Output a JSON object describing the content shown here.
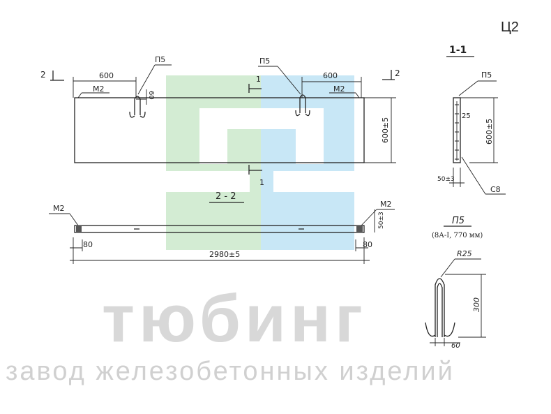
{
  "sheet_code": "Ц2",
  "plan": {
    "section_mark_left": "2",
    "section_mark_right": "2",
    "dim_600_left": "600",
    "dim_600_right": "600",
    "dim_60": "60",
    "loop_label_left": "П5",
    "loop_label_right": "П5",
    "plate_label_left": "М2",
    "plate_label_right": "М2",
    "cut_mark_top": "1",
    "cut_mark_bottom": "1",
    "height_dim": "600±5"
  },
  "section_2_2": {
    "title": "2 - 2",
    "plate_label_left": "М2",
    "plate_label_right": "М2",
    "dim_80_left": "80",
    "dim_80_right": "80",
    "thickness_dim": "50±3",
    "length_dim": "2980±5"
  },
  "section_1_1": {
    "title": "1-1",
    "loop_label": "П5",
    "dim_25": "25",
    "height_dim": "600±5",
    "thickness_dim": "50±3",
    "bar_label": "С8"
  },
  "loop_detail": {
    "title": "П5",
    "spec": "(8А-I, 770 мм)",
    "radius": "R25",
    "height": "300",
    "width": "60"
  },
  "watermark": {
    "brand": "тюбинг",
    "tagline": "завод железобетонных изделий",
    "logo_color_green": "#c6e8c8",
    "logo_color_blue": "#bfe4f6"
  }
}
